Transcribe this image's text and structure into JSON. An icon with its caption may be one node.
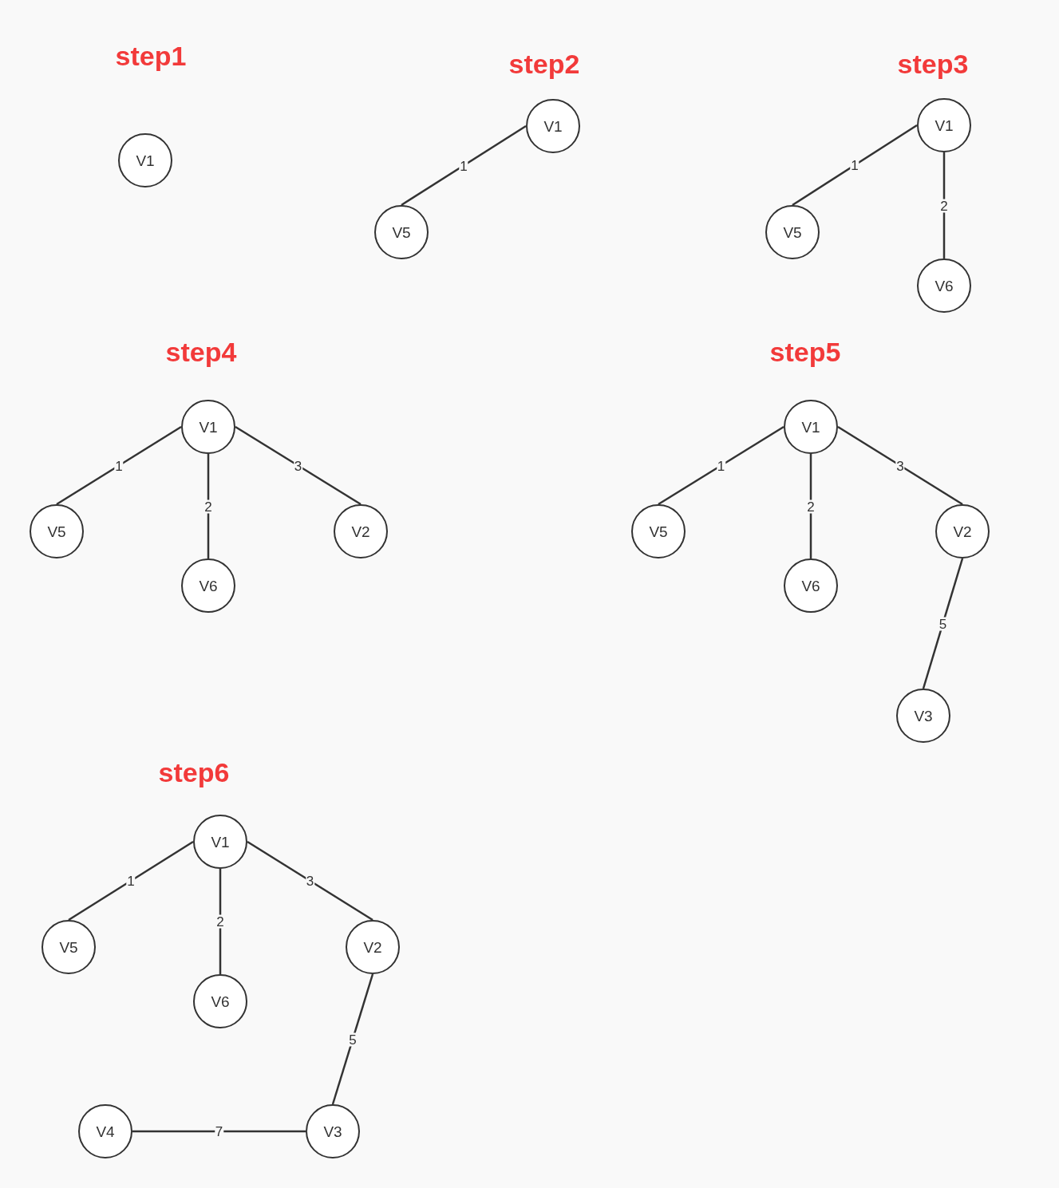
{
  "diagram": {
    "nodes": [
      {
        "text": [
          "V1"
        ]
      },
      {
        "text": [
          "V1"
        ]
      },
      {
        "text": [
          "V5"
        ]
      },
      {
        "text": [
          "V1"
        ]
      },
      {
        "text": [
          "V5"
        ]
      },
      {
        "text": [
          "V6"
        ]
      },
      {
        "text": [
          "V1"
        ]
      },
      {
        "text": [
          "V5"
        ]
      },
      {
        "text": [
          "V2"
        ]
      },
      {
        "text": [
          "V6"
        ]
      },
      {
        "text": [
          "V1"
        ]
      },
      {
        "text": [
          "V5"
        ]
      },
      {
        "text": [
          "V2"
        ]
      },
      {
        "text": [
          "V6"
        ]
      },
      {
        "text": [
          "V3"
        ]
      },
      {
        "text": [
          "V1"
        ]
      },
      {
        "text": [
          "V5"
        ]
      },
      {
        "text": [
          "V2"
        ]
      },
      {
        "text": [
          "V6"
        ]
      },
      {
        "text": [
          "V4"
        ]
      },
      {
        "text": [
          "V3"
        ]
      }
    ],
    "edges": [
      {
        "from": 1,
        "to": 2,
        "arrow": "none",
        "label": "1"
      },
      {
        "from": 3,
        "to": 4,
        "arrow": "none",
        "label": "1"
      },
      {
        "from": 3,
        "to": 5,
        "arrow": "none",
        "label": "2"
      },
      {
        "from": 6,
        "to": 7,
        "arrow": "none",
        "label": "1"
      },
      {
        "from": 6,
        "to": 9,
        "arrow": "none",
        "label": "2"
      },
      {
        "from": 6,
        "to": 8,
        "arrow": "none",
        "label": "3"
      },
      {
        "from": 10,
        "to": 11,
        "arrow": "none",
        "label": "1"
      },
      {
        "from": 10,
        "to": 13,
        "arrow": "none",
        "label": "2"
      },
      {
        "from": 10,
        "to": 12,
        "arrow": "none",
        "label": "3"
      },
      {
        "from": 12,
        "to": 14,
        "arrow": "none",
        "label": "5"
      },
      {
        "from": 15,
        "to": 16,
        "arrow": "none",
        "label": "1"
      },
      {
        "from": 15,
        "to": 18,
        "arrow": "none",
        "label": "2"
      },
      {
        "from": 15,
        "to": 17,
        "arrow": "none",
        "label": "3"
      },
      {
        "from": 17,
        "to": 20,
        "arrow": "none",
        "label": "5"
      },
      {
        "from": 19,
        "to": 20,
        "arrow": "none",
        "label": "7"
      }
    ],
    "labels": [
      "step1",
      "step2",
      "step3",
      "step4",
      "step5",
      "step6"
    ]
  }
}
